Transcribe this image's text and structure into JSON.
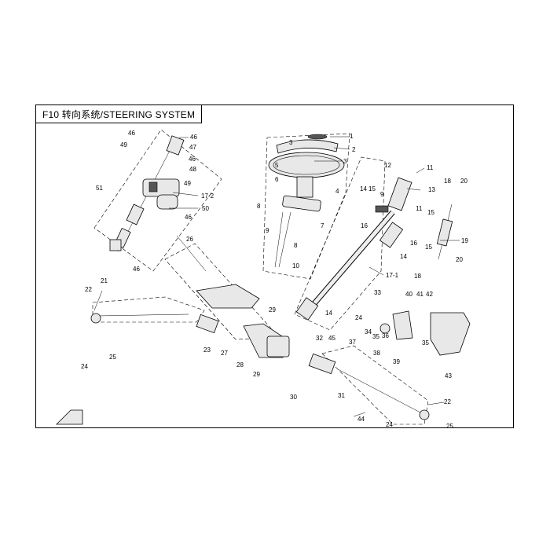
{
  "diagram": {
    "title": "F10 转向系统/STEERING SYSTEM",
    "callouts": [
      "1",
      "2",
      "3",
      "3",
      "4",
      "5",
      "6",
      "7",
      "8",
      "8",
      "9",
      "9",
      "10",
      "11",
      "11",
      "12",
      "13",
      "14",
      "14",
      "14",
      "15",
      "15",
      "15",
      "16",
      "16",
      "17-1",
      "17-2",
      "18",
      "18",
      "19",
      "20",
      "20",
      "21",
      "22",
      "22",
      "23",
      "24",
      "24",
      "24",
      "25",
      "25",
      "26",
      "27",
      "28",
      "29",
      "29",
      "30",
      "31",
      "32",
      "33",
      "34",
      "35",
      "35",
      "36",
      "37",
      "38",
      "39",
      "40",
      "41",
      "42",
      "43",
      "44",
      "45",
      "46",
      "46",
      "46",
      "46",
      "46",
      "47",
      "48",
      "49",
      "49",
      "50",
      "51"
    ]
  }
}
